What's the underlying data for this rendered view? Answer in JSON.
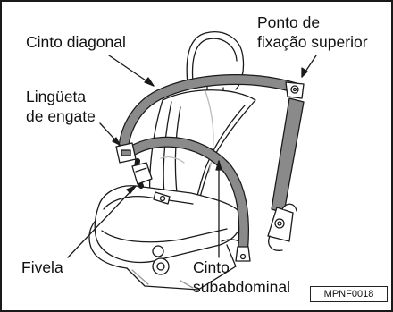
{
  "labels": {
    "diagonal_belt": "Cinto diagonal",
    "upper_anchor_line1": "Ponto de",
    "upper_anchor_line2": "fixação superior",
    "latch_tongue_line1": "Lingüeta",
    "latch_tongue_line2": "de engate",
    "buckle": "Fivela",
    "lap_belt_line1": "Cinto",
    "lap_belt_line2": "subabdominal"
  },
  "figure_code": "MPNF0018",
  "colors": {
    "belt_fill": "#8a8a8a",
    "outline": "#1a1a1a",
    "seat_fill": "#ffffff",
    "shadow": "#d6d6d6"
  }
}
